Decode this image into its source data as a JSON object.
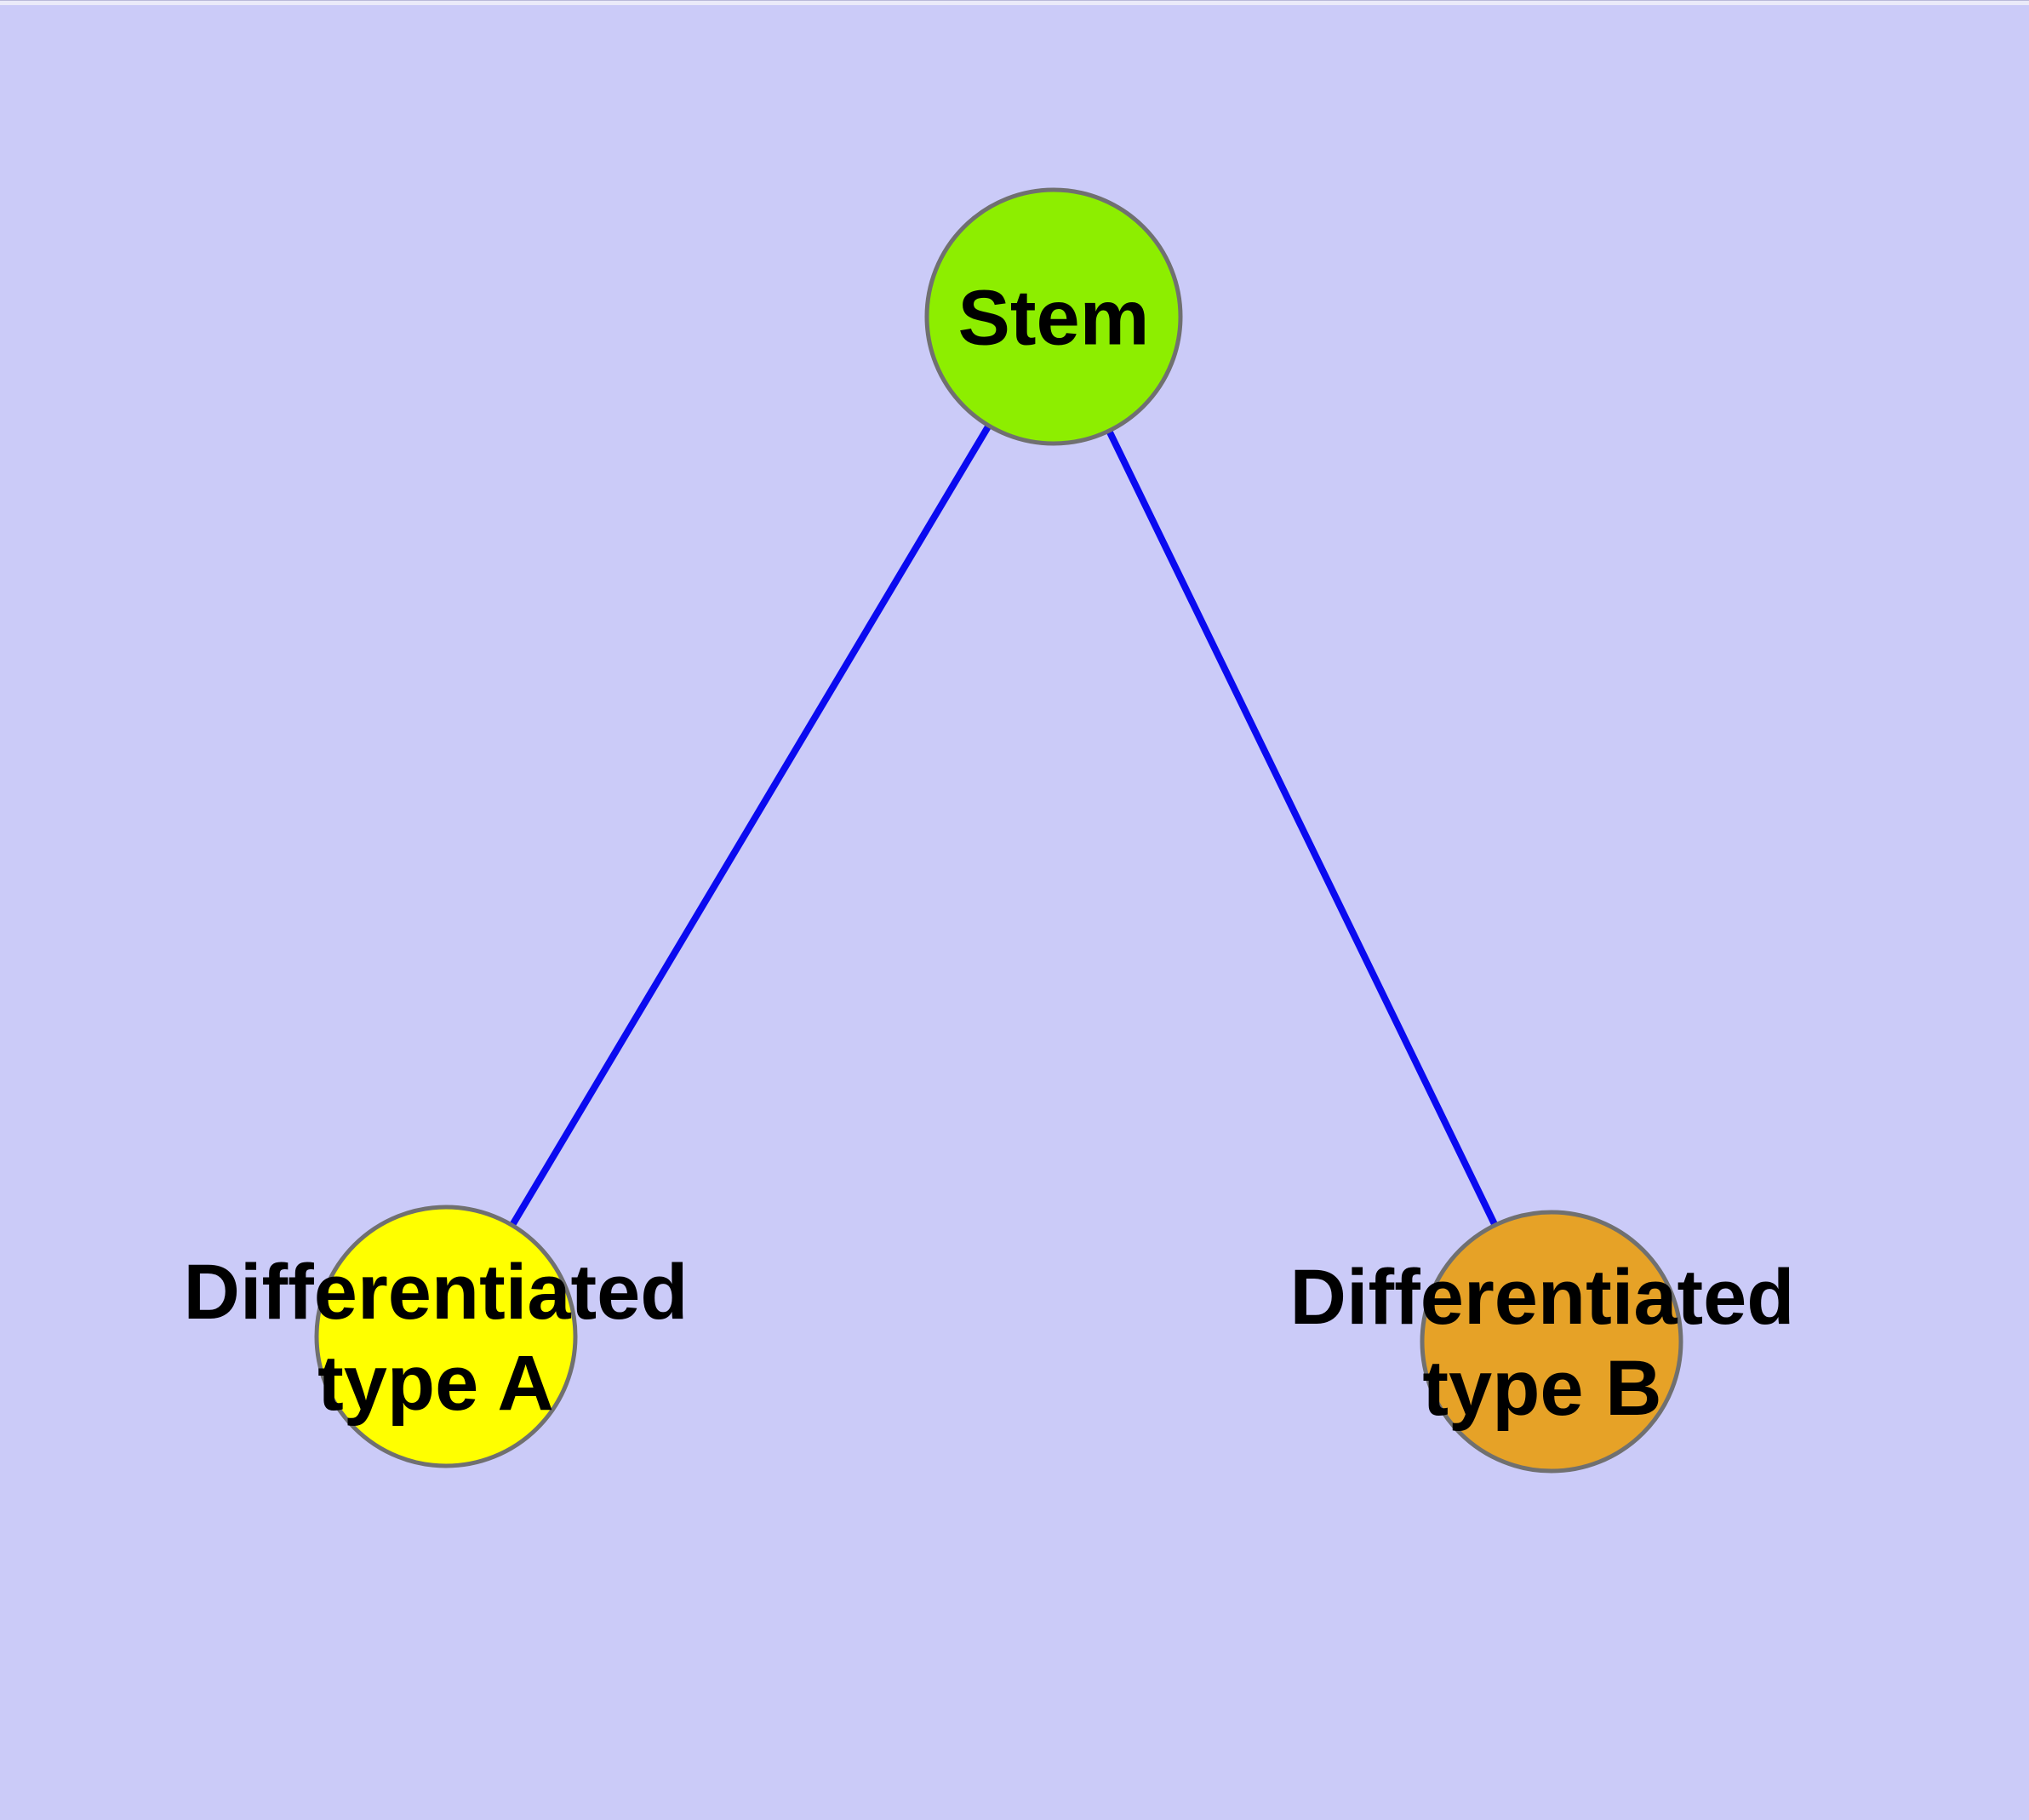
{
  "diagram": {
    "style": {
      "background_color": "#CBCBF8",
      "edge_color": "#0A0AF0",
      "node_border_color": "#707070",
      "label_color": "#000000"
    },
    "nodes": [
      {
        "id": "stem",
        "label": "Stem",
        "color": "#8DEE00"
      },
      {
        "id": "differentiated-type-a",
        "label": "Differentiated\ntype A",
        "color": "#FFFF00"
      },
      {
        "id": "differentiated-type-b",
        "label": "Differentiated\ntype B",
        "color": "#E6A227"
      }
    ],
    "edges": [
      {
        "from": "Stem",
        "to": "Differentiated type A"
      },
      {
        "from": "Stem",
        "to": "Differentiated type B"
      }
    ]
  }
}
